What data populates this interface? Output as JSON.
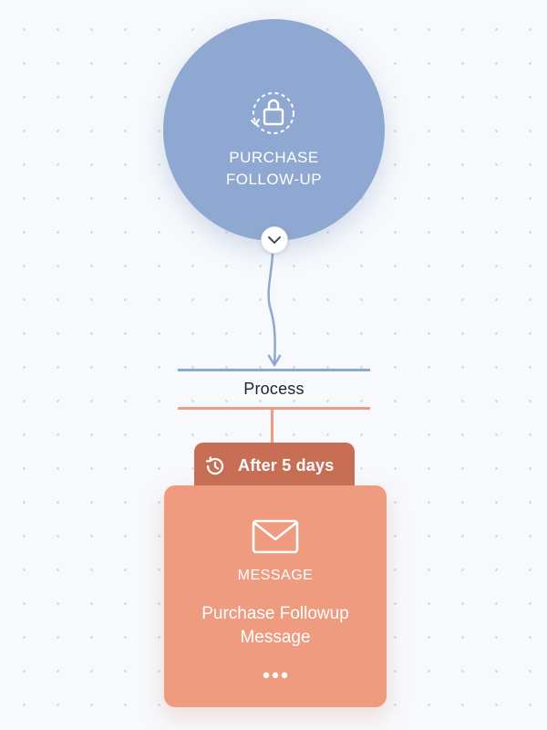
{
  "trigger": {
    "title_line1": "PURCHASE",
    "title_line2": "FOLLOW-UP",
    "icon": "shopping-bag-refresh-icon",
    "color": "#8fa8d1",
    "expand_icon": "chevron-down-icon"
  },
  "process": {
    "label": "Process",
    "top_color": "#8fa8d1",
    "bottom_color": "#ed9b82"
  },
  "delay": {
    "label": "After 5 days",
    "icon": "history-clock-icon",
    "color": "#c76e55"
  },
  "message": {
    "type_label": "MESSAGE",
    "name_line1": "Purchase Followup",
    "name_line2": "Message",
    "icon": "envelope-icon",
    "more_icon": "more-options-icon",
    "color": "#ef9b80"
  }
}
